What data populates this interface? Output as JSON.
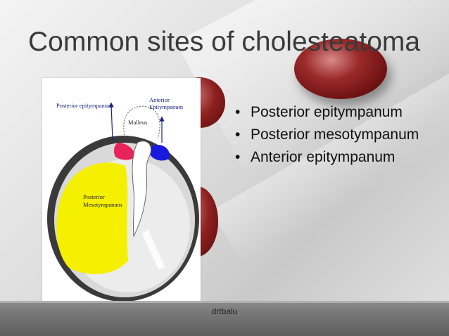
{
  "slide": {
    "title": "Common sites of cholesteatoma",
    "footer": "drtbalu"
  },
  "figure": {
    "labels": {
      "posterior_epitympanum": "Posterior epitympanum",
      "anterior": "Anterior",
      "epitympanum": "Epitympanum",
      "malleus": "Malleus",
      "posterior": "Posterior",
      "mesotympanum": "Mesotympanum"
    },
    "colors": {
      "posterior_epitympanum": "#e8235a",
      "anterior_epitympanum": "#1a1adf",
      "posterior_mesotympanum": "#f5ef00"
    }
  },
  "bullets": [
    {
      "dot": "•",
      "text": "Posterior epitympanum"
    },
    {
      "dot": "•",
      "text": "Posterior mesotympanum"
    },
    {
      "dot": "•",
      "text": "Anterior epitympanum"
    }
  ]
}
